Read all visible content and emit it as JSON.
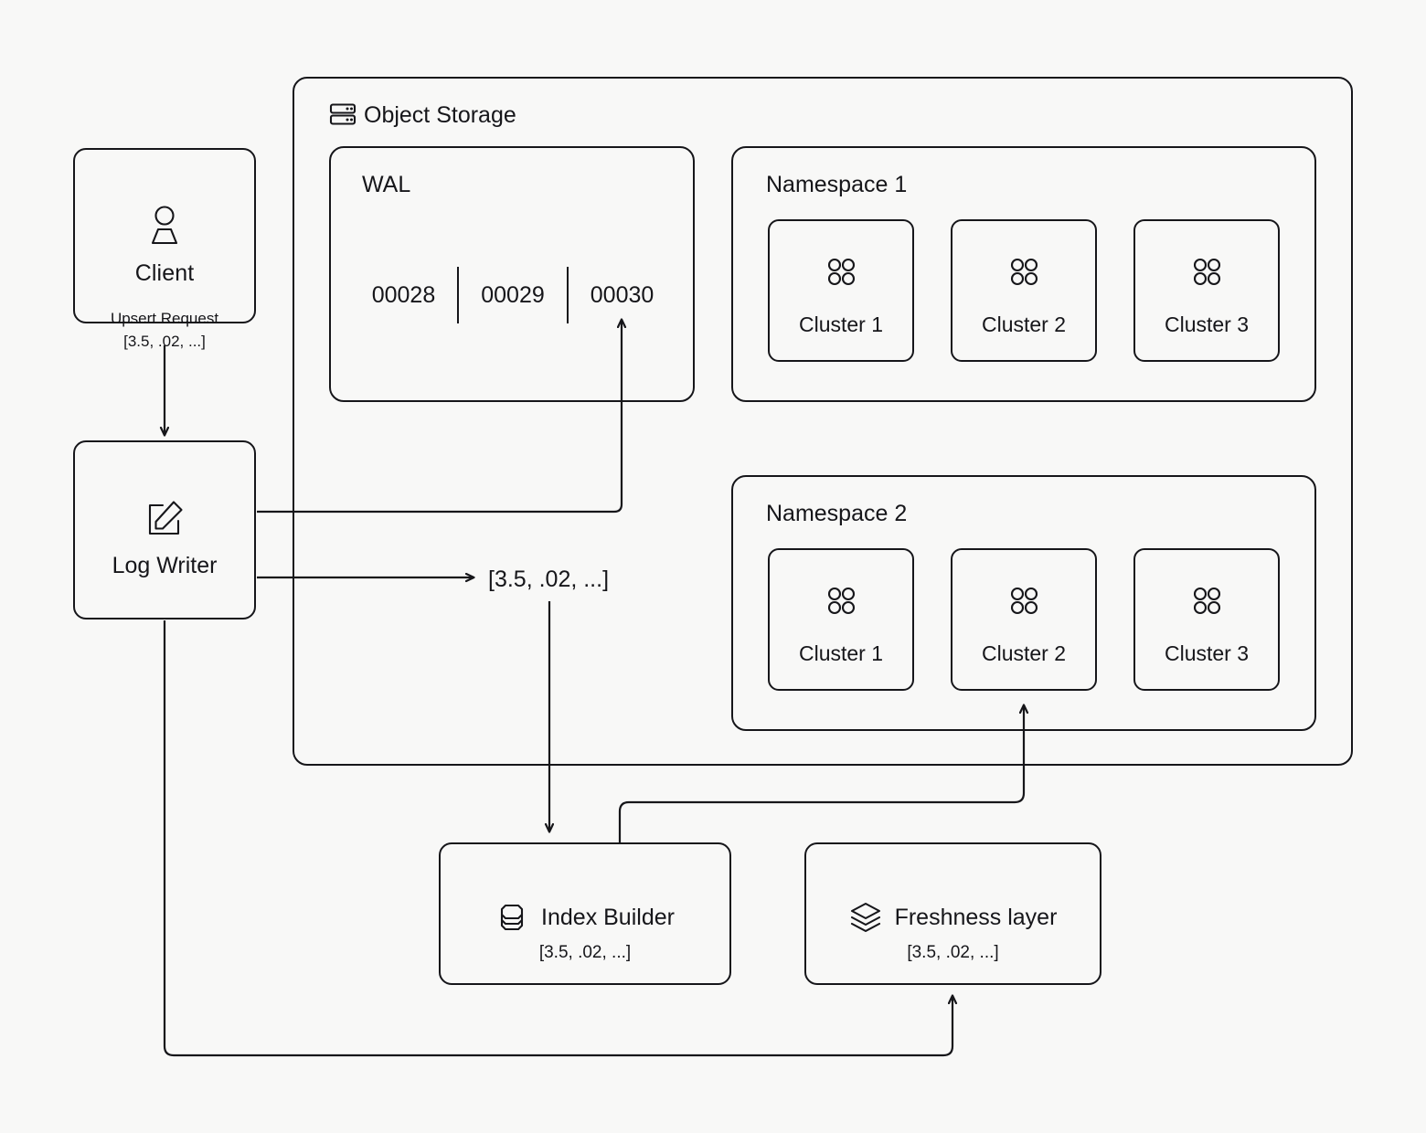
{
  "diagram": {
    "background_color": "#f8f8f7",
    "stroke_color": "#16161a"
  },
  "client": {
    "title": "Client",
    "icon": "person-icon",
    "subtitle_line1": "Upsert Request",
    "subtitle_line2": "[3.5, .02, ...]"
  },
  "log_writer": {
    "title": "Log Writer",
    "icon": "edit-pencil-square-icon"
  },
  "object_storage": {
    "title": "Object Storage",
    "icon": "server-rack-icon",
    "wal": {
      "title": "WAL",
      "segments": [
        "00028",
        "00029",
        "00030"
      ]
    },
    "namespaces": [
      {
        "title": "Namespace 1",
        "clusters": [
          {
            "label": "Cluster 1",
            "icon": "four-dots-icon"
          },
          {
            "label": "Cluster 2",
            "icon": "four-dots-icon"
          },
          {
            "label": "Cluster 3",
            "icon": "four-dots-icon"
          }
        ]
      },
      {
        "title": "Namespace 2",
        "clusters": [
          {
            "label": "Cluster 1",
            "icon": "four-dots-icon"
          },
          {
            "label": "Cluster 2",
            "icon": "four-dots-icon"
          },
          {
            "label": "Cluster 3",
            "icon": "four-dots-icon"
          }
        ]
      }
    ]
  },
  "index_builder": {
    "title": "Index Builder",
    "icon": "database-icon",
    "subtitle": "[3.5, .02, ...]"
  },
  "freshness_layer": {
    "title": "Freshness layer",
    "icon": "layers-stack-icon",
    "subtitle": "[3.5, .02, ...]"
  },
  "edges": {
    "log_writer_vector_label": "[3.5, .02, ...]"
  }
}
